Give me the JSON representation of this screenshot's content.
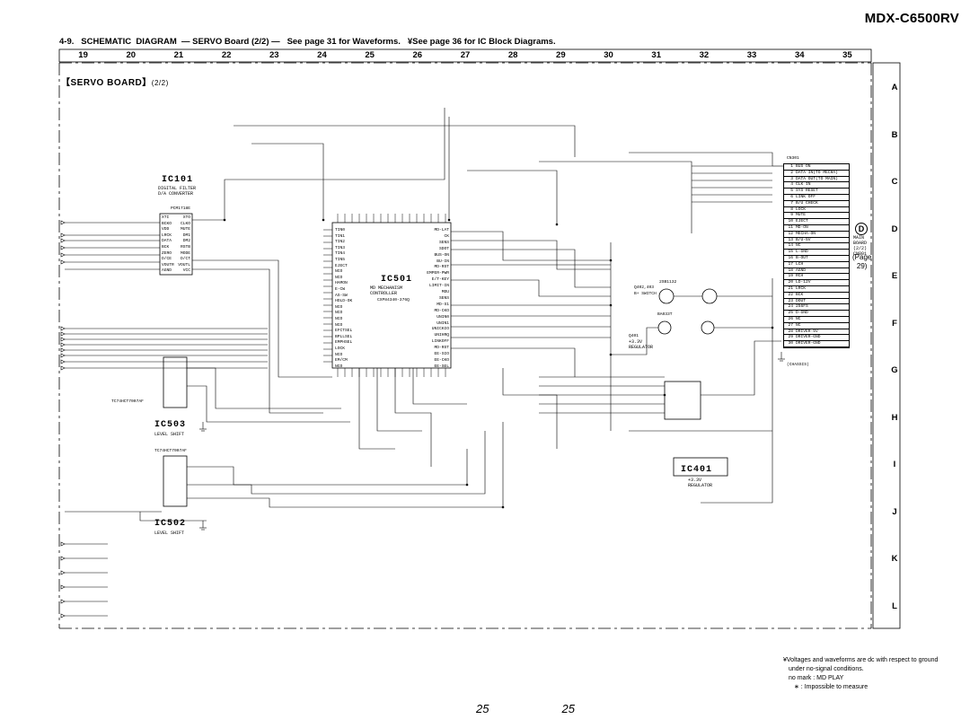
{
  "header": {
    "model": "MDX-C6500RV",
    "section": "4-9.",
    "title": "SCHEMATIC  DIAGRAM  — SERVO Board (2/2) —",
    "note_waveforms": "See page 31 for Waveforms.",
    "note_ic": "¥See page 36 for IC Block Diagrams."
  },
  "grid": {
    "columns": [
      "19",
      "20",
      "21",
      "22",
      "23",
      "24",
      "25",
      "26",
      "27",
      "28",
      "29",
      "30",
      "31",
      "32",
      "33",
      "34",
      "35"
    ],
    "rows": [
      "A",
      "B",
      "C",
      "D",
      "E",
      "F",
      "G",
      "H",
      "I",
      "J",
      "K",
      "L"
    ]
  },
  "board": {
    "title": "【SERVO BOARD】",
    "part": "(2/2)"
  },
  "ics": {
    "ic101": {
      "name": "IC101",
      "part": "PCM1718E",
      "desc": "DIGITAL FILTER\nD/A CONVERTER"
    },
    "ic501": {
      "name": "IC501",
      "part": "CXP84340-376Q",
      "desc": "MD MECHANISM\nCONTROLLER"
    },
    "ic503": {
      "name": "IC503",
      "part": "TC74HCT7007AF",
      "desc": "LEVEL SHIFT"
    },
    "ic502": {
      "name": "IC502",
      "part": "TC74HCT7007AF",
      "desc": "LEVEL SHIFT"
    },
    "ic401": {
      "name": "IC401",
      "part": "+3.3V",
      "desc": "REGULATOR"
    },
    "q401": {
      "name": "Q401",
      "part": "BA033T",
      "desc": "+3.3V\nREGULATOR"
    },
    "q402": {
      "name": "Q402,403",
      "part": "2SB1132",
      "desc": "B+ SWITCH"
    }
  },
  "ic101_pins_left": [
    "XTI",
    "BCKO",
    "VDD",
    "LRCK",
    "DATA",
    "BCK",
    "ZERO",
    "D/CE",
    "VOUTR",
    "AGND"
  ],
  "ic101_pins_right": [
    "XTO",
    "CLKO",
    "MUTE",
    "DM1",
    "DM2",
    "RSTB",
    "MODE",
    "D/CT",
    "VOUTL",
    "VCC"
  ],
  "ic501_pins_left": [
    "TIN0",
    "TIN1",
    "TIN2",
    "TIN3",
    "TIN4",
    "TIN5",
    "EJECT",
    "NCO",
    "NCO",
    "HAMON",
    "E-CW",
    "AS-SW",
    "HOLD-OK",
    "NCO",
    "NCO",
    "NCO",
    "NCO",
    "EFCTSEL",
    "BPLLSEL",
    "EMPHSEL",
    "LOCK",
    "NCO",
    "EM/CM",
    "NCO"
  ],
  "ic501_pins_right": [
    "MD-LAT",
    "CK",
    "SENS",
    "SDOT",
    "BUS-ON",
    "BU-IN",
    "MD-RST",
    "EMPER-PWR",
    "E/T-KEY",
    "LIMIT-IN",
    "MDU",
    "SENS",
    "MD-S1",
    "MD-CKO",
    "UNIN0",
    "UNIN1",
    "UNICKIO",
    "UNIHRQ",
    "LINKOFF",
    "MD-RST",
    "EE-SIO",
    "EE-CKO",
    "EE-SEL"
  ],
  "connector": {
    "name": "CN301",
    "target": "MAIN BOARD (2/2) CN801",
    "rows": [
      [
        "1",
        "BUS ON"
      ],
      [
        "2",
        "DATA IN(TO MECHA)"
      ],
      [
        "3",
        "DATA OUT(TO MAIN)"
      ],
      [
        "4",
        "CLK IN"
      ],
      [
        "5",
        "SYS RESET"
      ],
      [
        "6",
        "LINK OFF"
      ],
      [
        "7",
        "B/U CHECK"
      ],
      [
        "8",
        "LOCK"
      ],
      [
        "9",
        "MUTE"
      ],
      [
        "10",
        "EJECT"
      ],
      [
        "11",
        "MD-ON"
      ],
      [
        "12",
        "MECHA-ON"
      ],
      [
        "13",
        "B/U-5V"
      ],
      [
        "14",
        "NC"
      ],
      [
        "15",
        "L-GND"
      ],
      [
        "16",
        "B-OUT"
      ],
      [
        "17",
        "LCH"
      ],
      [
        "18",
        "AGND"
      ],
      [
        "19",
        "RCH"
      ],
      [
        "20",
        "LD-12V"
      ],
      [
        "21",
        "LRCK"
      ],
      [
        "22",
        "BCK"
      ],
      [
        "23",
        "DOUT"
      ],
      [
        "24",
        "256FS"
      ],
      [
        "25",
        "D-GND"
      ],
      [
        "26",
        "NC"
      ],
      [
        "27",
        "NC"
      ],
      [
        "28",
        "DRIVER-5V"
      ],
      [
        "29",
        "DRIVER-GND"
      ],
      [
        "30",
        "DRIVER-GND"
      ]
    ]
  },
  "side_labels": {
    "chassis": "(CHASSIS)",
    "cn_ref": "D"
  },
  "page_ref": {
    "label": "(Page",
    "num": "29)"
  },
  "notes": {
    "line1": "¥Voltages and waveforms are dc with respect to ground",
    "line2": "under no-signal conditions.",
    "line3": "no mark  : MD PLAY",
    "line4": "∗   : Impossible to measure"
  },
  "page_numbers": [
    "25",
    "25"
  ],
  "colors": {
    "ink": "#000000",
    "background": "#ffffff"
  }
}
